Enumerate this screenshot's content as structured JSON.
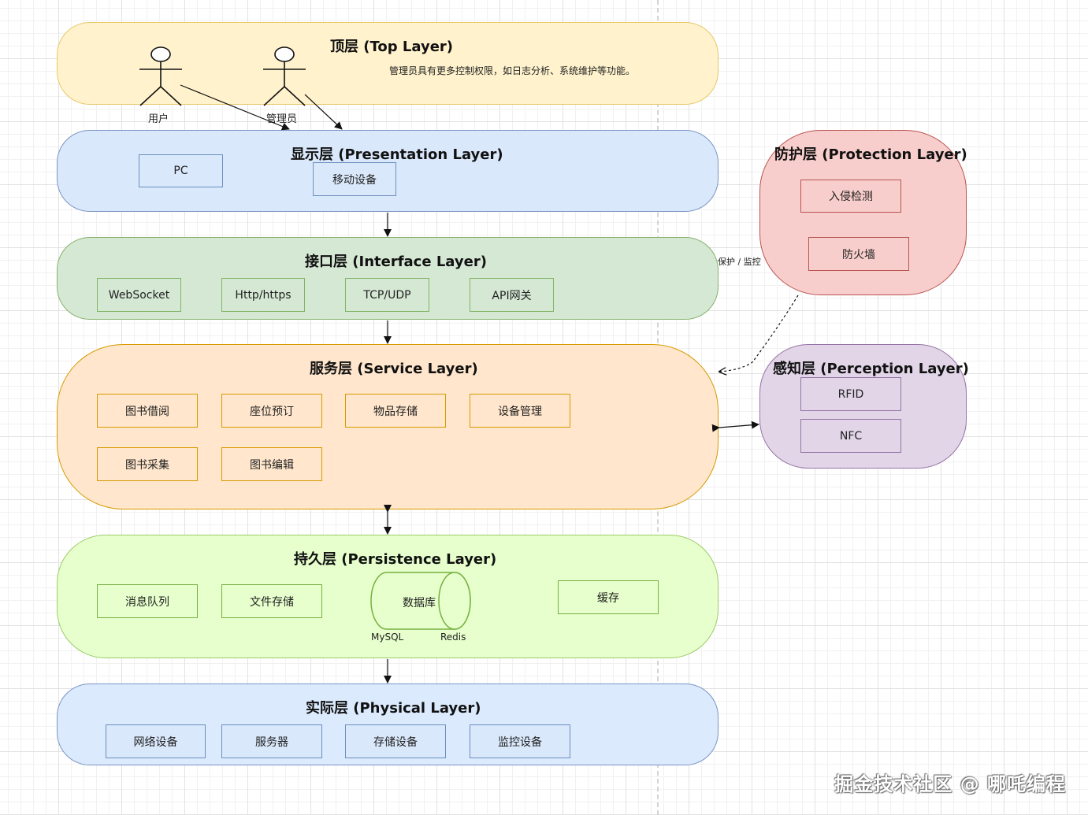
{
  "top_layer": {
    "title": "顶层 (Top Layer)",
    "note": "管理员具有更多控制权限，如日志分析、系统维护等功能。",
    "actors": [
      "用户",
      "管理员"
    ]
  },
  "presentation_layer": {
    "title": "显示层 (Presentation Layer)",
    "items": [
      "PC",
      "移动设备"
    ]
  },
  "interface_layer": {
    "title": "接口层 (Interface Layer)",
    "items": [
      "WebSocket",
      "Http/https",
      "TCP/UDP",
      "API网关"
    ]
  },
  "service_layer": {
    "title": "服务层 (Service Layer)",
    "items": [
      "图书借阅",
      "座位预订",
      "物品存储",
      "设备管理",
      "图书采集",
      "图书编辑"
    ]
  },
  "persistence_layer": {
    "title": "持久层 (Persistence Layer)",
    "items": [
      "消息队列",
      "文件存储",
      "缓存"
    ],
    "database": {
      "label": "数据库",
      "left_label": "MySQL",
      "right_label": "Redis"
    }
  },
  "physical_layer": {
    "title": "实际层 (Physical Layer)",
    "items": [
      "网络设备",
      "服务器",
      "存储设备",
      "监控设备"
    ]
  },
  "protection_layer": {
    "title": "防护层 (Protection Layer)",
    "items": [
      "入侵检测",
      "防火墙"
    ],
    "edge_label": "保护 / 监控"
  },
  "perception_layer": {
    "title": "感知层 (Perception Layer)",
    "items": [
      "RFID",
      "NFC"
    ]
  },
  "watermark": "掘金技术社区 @ 哪吒编程"
}
